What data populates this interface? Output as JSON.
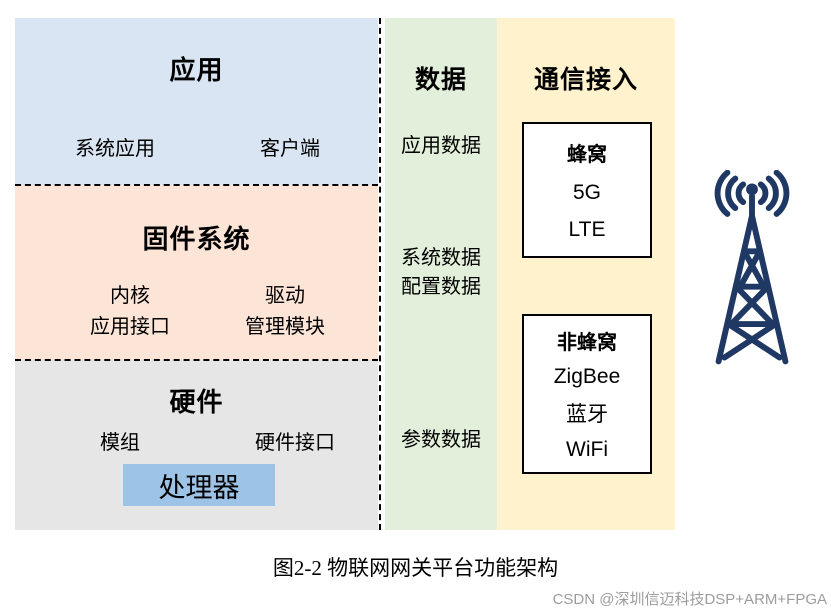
{
  "blocks": {
    "application": {
      "title": "应用",
      "items": {
        "system_app": "系统应用",
        "client": "客户端"
      }
    },
    "firmware": {
      "title": "固件系统",
      "left": {
        "line1": "内核",
        "line2": "应用接口"
      },
      "right": {
        "line1": "驱动",
        "line2": "管理模块"
      }
    },
    "hardware": {
      "title": "硬件",
      "items": {
        "module": "模组",
        "hw_interface": "硬件接口"
      },
      "processor": "处理器"
    }
  },
  "data_column": {
    "title": "数据",
    "row1": "应用数据",
    "row2_line1": "系统数据",
    "row2_line2": "配置数据",
    "row3": "参数数据"
  },
  "comm_column": {
    "title": "通信接入",
    "cellular": {
      "title": "蜂窝",
      "tech1": "5G",
      "tech2": "LTE"
    },
    "non_cellular": {
      "title": "非蜂窝",
      "tech1": "ZigBee",
      "tech2": "蓝牙",
      "tech3": "WiFi"
    }
  },
  "icons": {
    "tower": "radio-tower-icon"
  },
  "caption": "图2-2 物联网网关平台功能架构",
  "watermark": "CSDN @深圳信迈科技DSP+ARM+FPGA",
  "colors": {
    "application_bg": "#d9e5f2",
    "firmware_bg": "#fce4d6",
    "hardware_bg": "#e7e6e6",
    "data_bg": "#e2efda",
    "comm_bg": "#fff2cc",
    "processor_bg": "#9dc3e6",
    "divider": "#000000",
    "tower": "#1f3864",
    "watermark_text": "#9c9c9c"
  }
}
